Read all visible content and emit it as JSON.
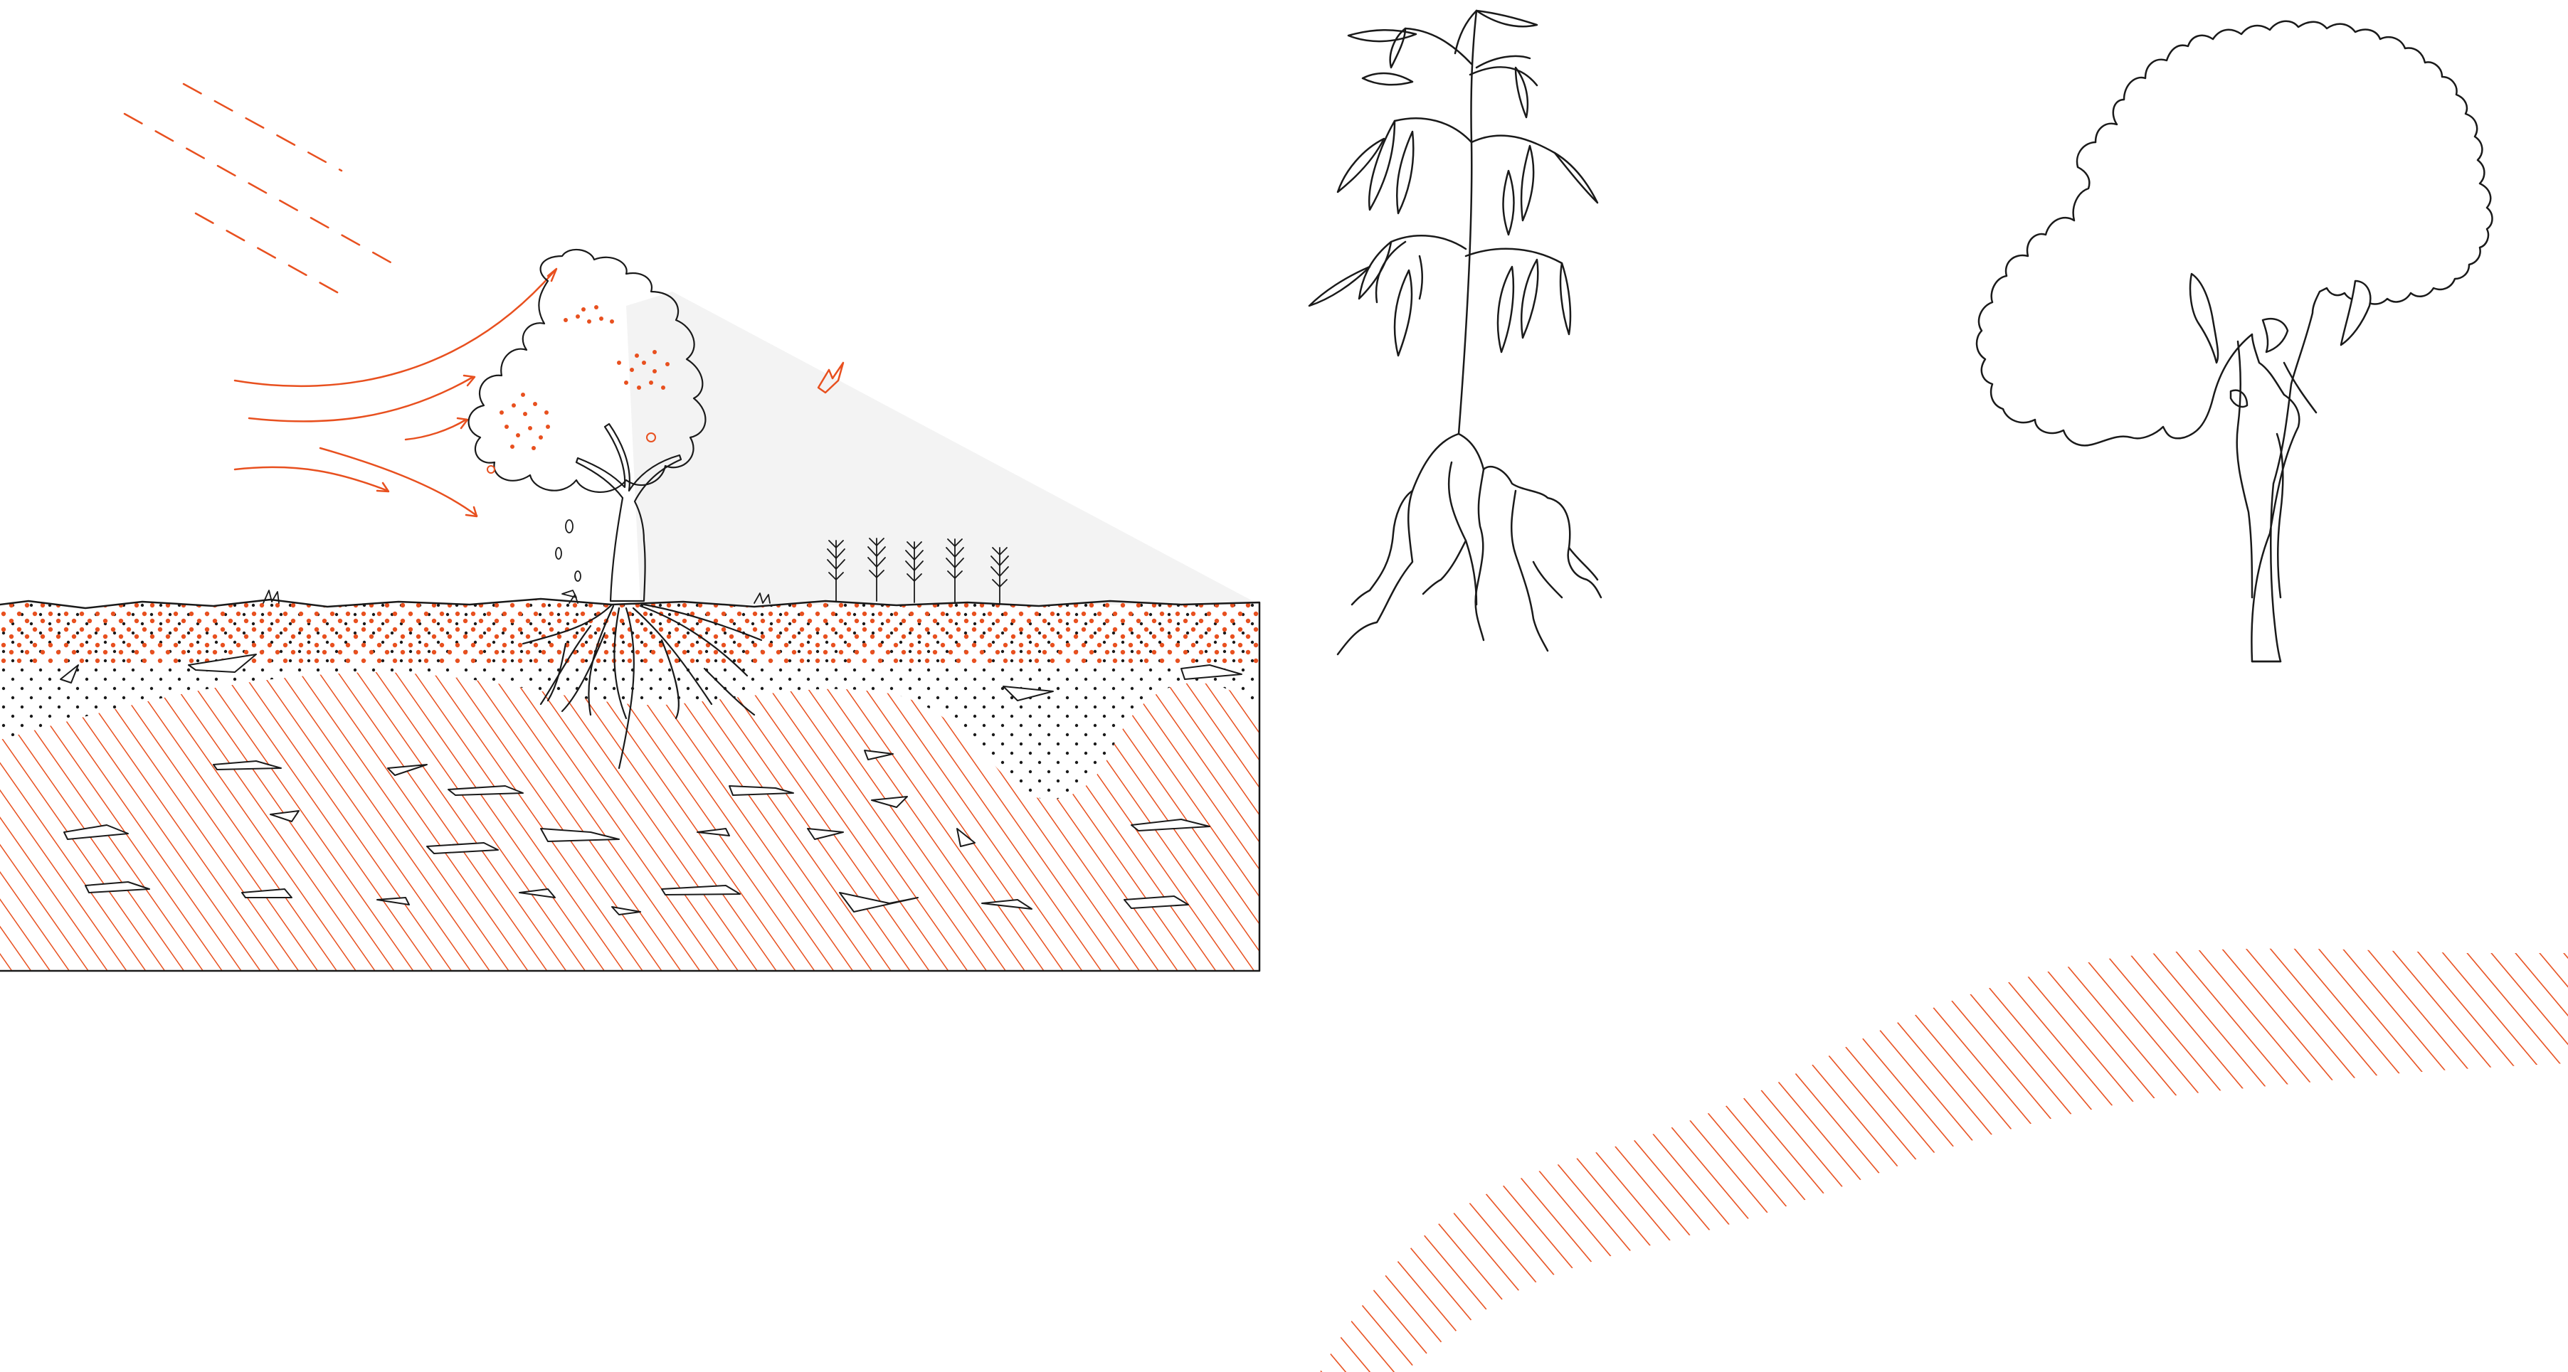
{
  "colors": {
    "accent": "#e8501f",
    "ink": "#1a1a1a",
    "shade": "#f3f3f3",
    "background": "#ffffff"
  },
  "scene": {
    "panels": [
      {
        "id": "soil-cross-section",
        "description_icon": "tree-in-soil-icon"
      },
      {
        "id": "young-plant",
        "description_icon": "sapling-with-roots-icon"
      },
      {
        "id": "tree-outline",
        "description_icon": "tree-silhouette-icon"
      },
      {
        "id": "hatched-band",
        "description_icon": "hatched-ribbon-icon"
      }
    ]
  }
}
